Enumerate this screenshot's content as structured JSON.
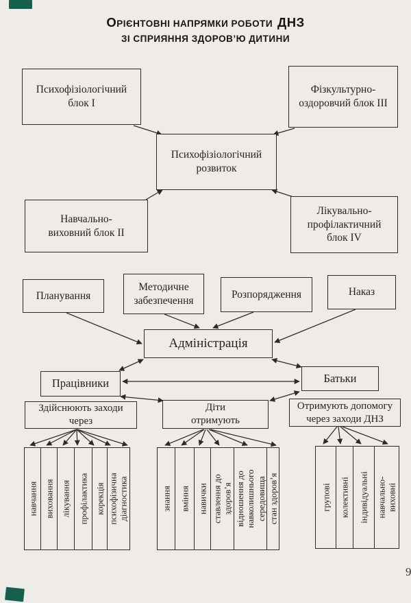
{
  "page": {
    "number": "9",
    "paper_color": "#efebe8",
    "ink_color": "#26221f",
    "corner_mark_color": "#15604f"
  },
  "title": {
    "lead": "О",
    "main": "РІЄНТОВНІ НАПРЯМКИ РОБОТИ",
    "abbr": "ДНЗ",
    "line2": "ЗІ СПРИЯННЯ ЗДОРОВ’Ю ДИТИНИ"
  },
  "development": {
    "block1": "Психофізіологічний\nблок I",
    "block3": "Фізкультурно-\nоздоровчий блок III",
    "center": "Психофізіологічний\nрозвиток",
    "block2": "Навчально-\nвиховний блок II",
    "block4": "Лікувально-\nпрофілактичний\nблок IV"
  },
  "management": {
    "planning": "Планування",
    "methodical": "Методичне\nзабезпечення",
    "directive": "Розпорядження",
    "order": "Наказ",
    "administration": "Адміністрація",
    "staff": "Працівники",
    "parents": "Батьки"
  },
  "outcomes": {
    "staff_measures": {
      "header": "Здійснюють заходи\nчерез",
      "items": [
        "навчання",
        "виховання",
        "лікування",
        "профілактика",
        "корекція",
        "психофізична\nдіагностика"
      ]
    },
    "children": {
      "header": "Діти\nотримують",
      "items": [
        "знання",
        "вміння",
        "навички",
        "ставлення до\nздоров’я",
        "відношення до\nнавколишнього\nсередовища",
        "стан здоров’я"
      ]
    },
    "help": {
      "header": "Отримують допомогу\nчерез заходи ДНЗ",
      "items": [
        "групові",
        "колективні",
        "індивідуальні",
        "навчально-\nвиховні"
      ]
    }
  },
  "edges": [
    {
      "from": "block1",
      "to": "development-center",
      "type": "arrow"
    },
    {
      "from": "block3",
      "to": "development-center",
      "type": "arrow"
    },
    {
      "from": "block2",
      "to": "development-center",
      "type": "arrow"
    },
    {
      "from": "block4",
      "to": "development-center",
      "type": "arrow"
    },
    {
      "from": "planning",
      "to": "administration",
      "type": "arrow"
    },
    {
      "from": "methodical",
      "to": "administration",
      "type": "arrow"
    },
    {
      "from": "directive",
      "to": "administration",
      "type": "arrow"
    },
    {
      "from": "order",
      "to": "administration",
      "type": "arrow"
    },
    {
      "from": "administration",
      "to": "staff",
      "type": "double-arrow"
    },
    {
      "from": "administration",
      "to": "parents",
      "type": "double-arrow"
    },
    {
      "from": "staff",
      "to": "parents",
      "type": "double-arrow"
    },
    {
      "from": "staff",
      "to": "children",
      "type": "double-arrow"
    },
    {
      "from": "parents",
      "to": "children",
      "type": "double-arrow"
    },
    {
      "from": "staff-measures-header",
      "to": "staff-measures-items",
      "type": "fan"
    },
    {
      "from": "children-header",
      "to": "children-items",
      "type": "fan"
    },
    {
      "from": "help-header",
      "to": "help-items",
      "type": "fan"
    }
  ]
}
